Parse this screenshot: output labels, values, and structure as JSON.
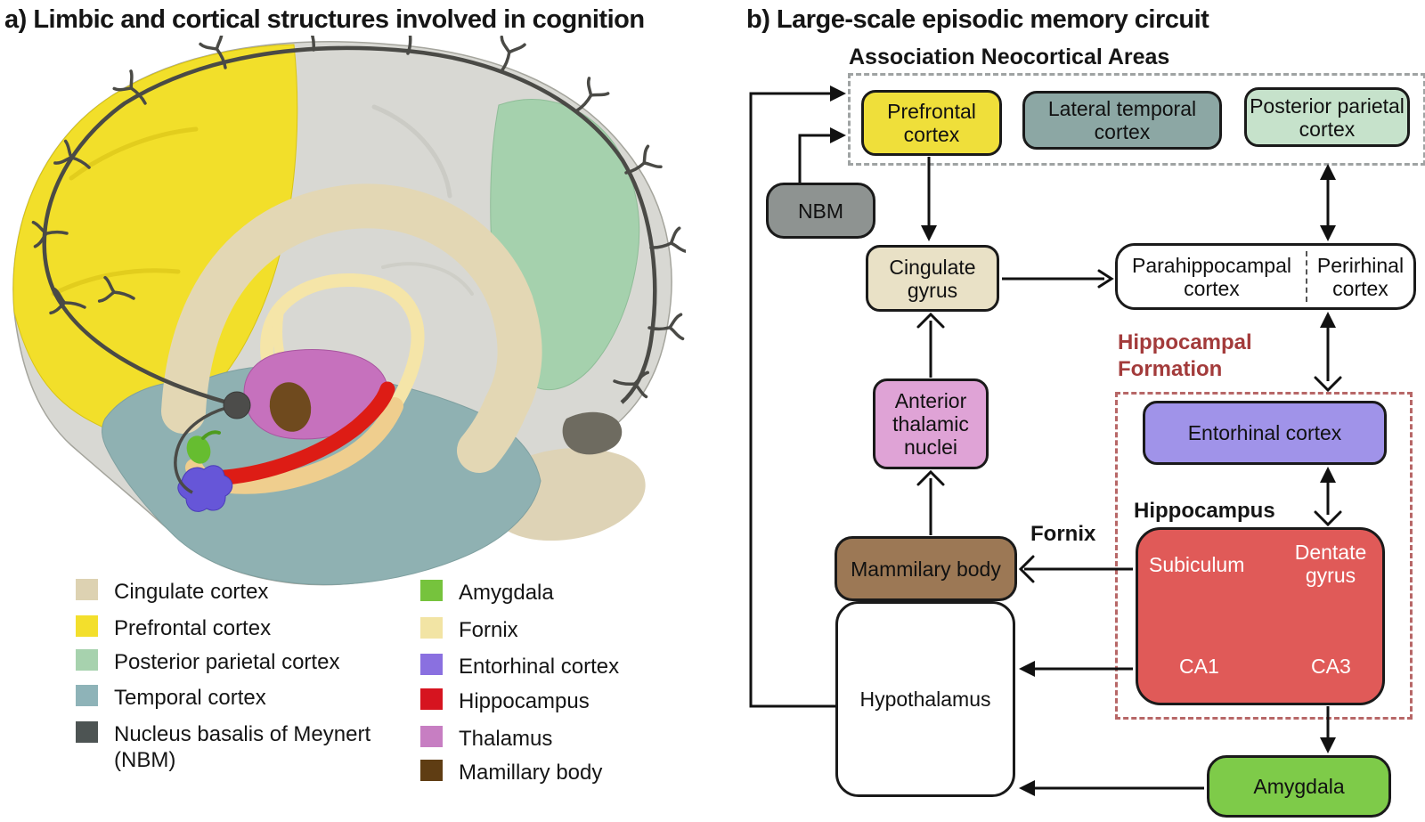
{
  "panel_a": {
    "title": "a) Limbic and cortical structures involved in cognition",
    "legend_left": [
      {
        "label": "Cingulate cortex",
        "color": "#ddd2b2"
      },
      {
        "label": "Prefrontal cortex",
        "color": "#f3df2c"
      },
      {
        "label": "Posterior parietal cortex",
        "color": "#a7d2ae"
      },
      {
        "label": "Temporal cortex",
        "color": "#8eb3b8"
      },
      {
        "label": "Nucleus basalis of Meynert (NBM)",
        "color": "#4d5453"
      }
    ],
    "legend_right": [
      {
        "label": "Amygdala",
        "color": "#76c33d"
      },
      {
        "label": "Fornix",
        "color": "#f2e4a4"
      },
      {
        "label": "Entorhinal cortex",
        "color": "#8a70e0"
      },
      {
        "label": "Hippocampus",
        "color": "#d6141f"
      },
      {
        "label": "Thalamus",
        "color": "#c77ec2"
      },
      {
        "label": "Mamillary body",
        "color": "#5f3d13"
      }
    ]
  },
  "panel_b": {
    "title": "b) Large-scale episodic memory circuit",
    "association_label": "Association Neocortical Areas",
    "hippocampal_formation_label": "Hippocampal Formation",
    "hippocampus_label": "Hippocampus",
    "fornix_label": "Fornix",
    "boxes": {
      "prefrontal": {
        "label": "Prefrontal cortex",
        "color": "#efdf3a"
      },
      "lateral_temporal": {
        "label": "Lateral temporal cortex",
        "color": "#8ca7a4"
      },
      "posterior_parietal": {
        "label": "Posterior parietal cortex",
        "color": "#c6e2cb"
      },
      "nbm": {
        "label": "NBM",
        "color": "#8e9391"
      },
      "cingulate": {
        "label": "Cingulate gyrus",
        "color": "#e9e1c6"
      },
      "parahippocampal": {
        "label": "Parahippocampal cortex",
        "color": "#ffffff"
      },
      "perirhinal": {
        "label": "Perirhinal cortex",
        "color": "#ffffff"
      },
      "anterior_thalamic": {
        "label": "Anterior thalamic nuclei",
        "color": "#dfa3d6"
      },
      "entorhinal": {
        "label": "Entorhinal cortex",
        "color": "#a093e9"
      },
      "mammilary": {
        "label": "Mammilary body",
        "color": "#9c7855"
      },
      "hypothalamus": {
        "label": "Hypothalamus",
        "color": "#ffffff"
      },
      "amygdala": {
        "label": "Amygdala",
        "color": "#7ecb49"
      },
      "hippocampus_box": {
        "color": "#e05a58",
        "subiculum": "Subiculum",
        "dentate_gyrus": "Dentate gyrus",
        "ca1": "CA1",
        "ca3": "CA3"
      }
    }
  }
}
